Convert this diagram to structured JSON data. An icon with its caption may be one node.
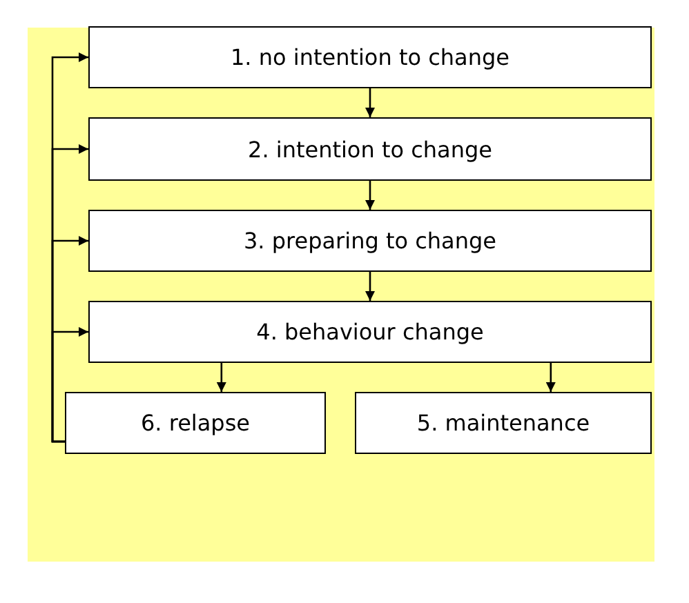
{
  "diagram": {
    "nodes": [
      {
        "text": [
          "1. no intention to change"
        ]
      },
      {
        "text": [
          "2. intention to change"
        ]
      },
      {
        "text": [
          "3. preparing to change"
        ]
      },
      {
        "text": [
          "4. behaviour change"
        ]
      },
      {
        "text": [
          "6. relapse"
        ]
      },
      {
        "text": [
          "5. maintenance"
        ]
      }
    ],
    "edges": [
      {
        "from": 0,
        "to": 1,
        "arrow": "to"
      },
      {
        "from": 1,
        "to": 2,
        "arrow": "to"
      },
      {
        "from": 2,
        "to": 3,
        "arrow": "to"
      },
      {
        "from": 3,
        "to": 4,
        "arrow": "to"
      },
      {
        "from": 3,
        "to": 5,
        "arrow": "to"
      },
      {
        "from": 4,
        "to": 0,
        "arrow": "to"
      },
      {
        "from": 4,
        "to": 1,
        "arrow": "to"
      },
      {
        "from": 4,
        "to": 2,
        "arrow": "to"
      },
      {
        "from": 4,
        "to": 3,
        "arrow": "to"
      }
    ]
  }
}
